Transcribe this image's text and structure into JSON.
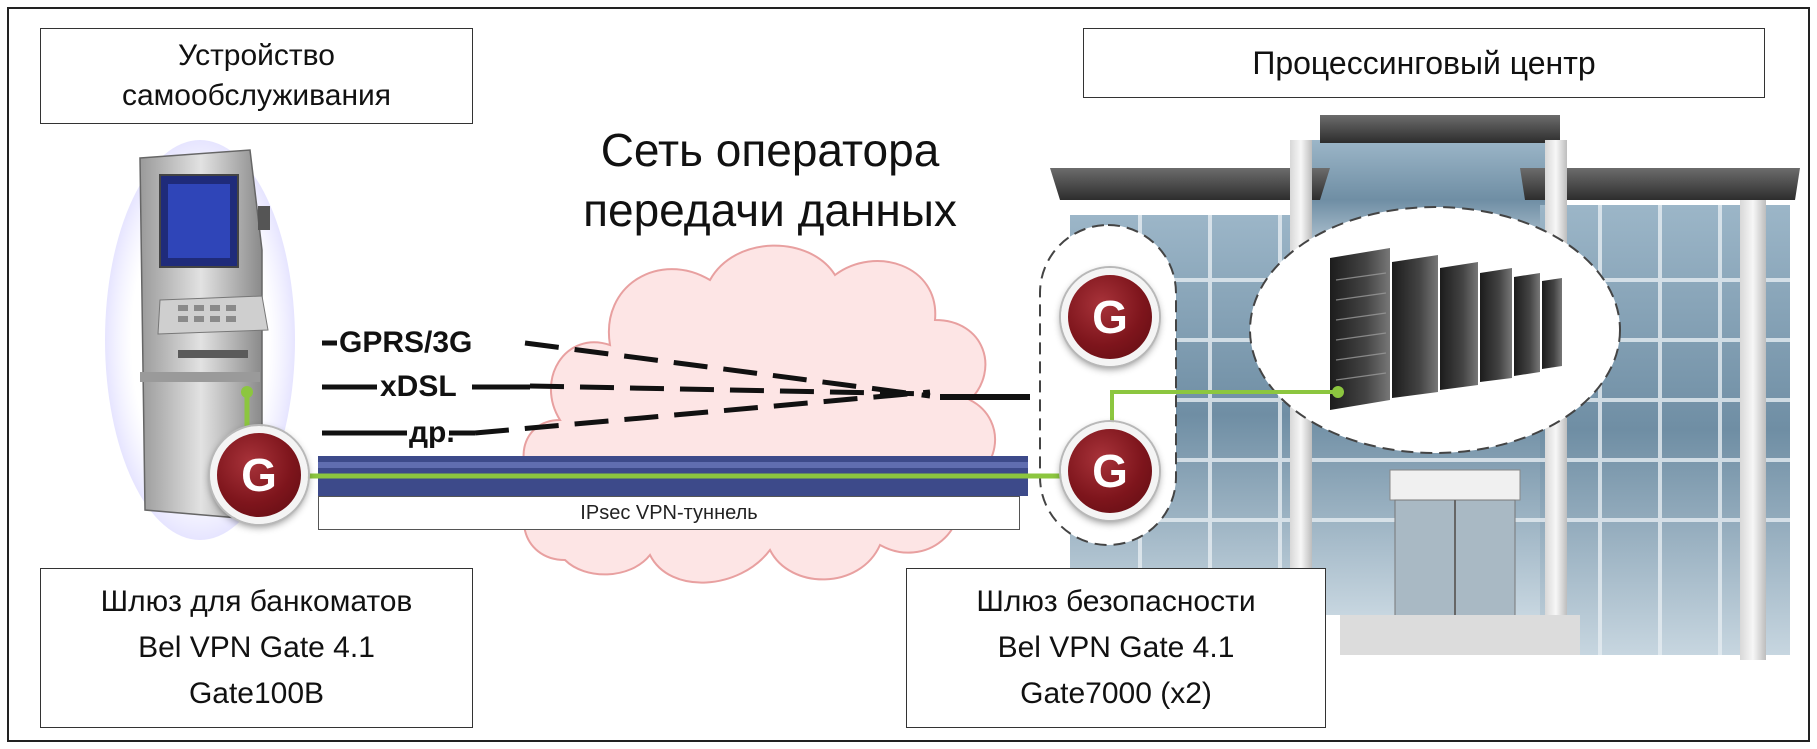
{
  "device_box": {
    "line1": "Устройство",
    "line2": "самообслуживания"
  },
  "center_box": {
    "label": "Процессинговый центр"
  },
  "cloud": {
    "line1": "Сеть оператора",
    "line2": "передачи данных"
  },
  "links": {
    "gprs": "GPRS/3G",
    "xdsl": "xDSL",
    "other": "др."
  },
  "gate_letter": "G",
  "tunnel": {
    "label": "IPsec VPN-туннель"
  },
  "atm_gateway": {
    "line1": "Шлюз для банкоматов",
    "line2": "Bel VPN Gate 4.1",
    "line3": "Gate100B"
  },
  "security_gateway": {
    "line1": "Шлюз безопасности",
    "line2": "Bel VPN Gate 4.1",
    "line3": "Gate7000 (x2)"
  },
  "colors": {
    "green_link": "#8cc63f",
    "tunnel_band": "#3d4a8a",
    "gate_red": "#7e151c",
    "cloud_fill": "#fde5e5",
    "cloud_stroke": "#e8a0a0"
  }
}
